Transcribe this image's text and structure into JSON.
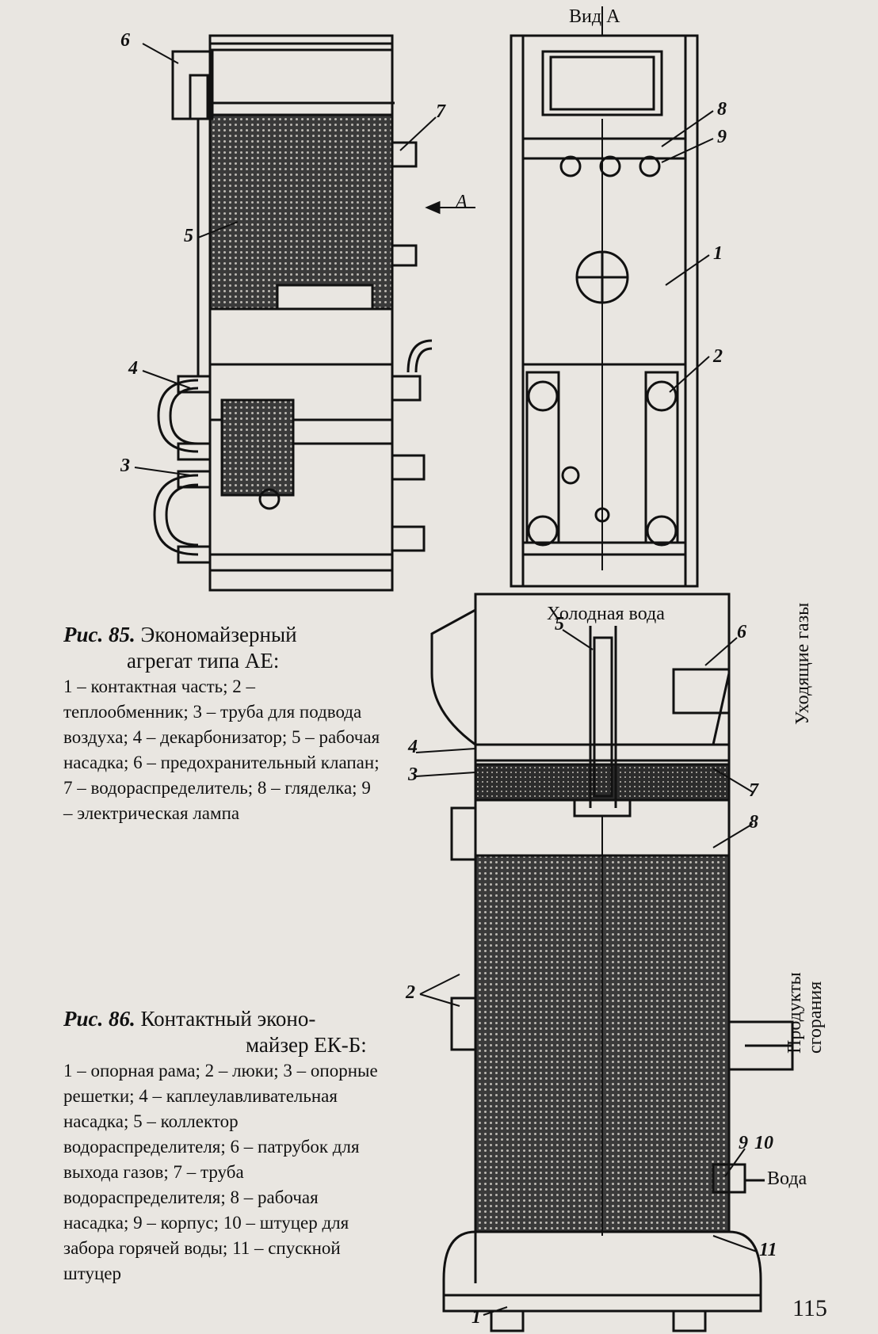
{
  "figure85": {
    "view_label": "Вид А",
    "arrow_label": "А",
    "caption_num": "Рис. 85.",
    "caption_title": "Экономайзерный",
    "caption_title2": "агрегат типа АЕ:",
    "legend": "1 – контактная часть; 2 – теплообменник; 3 – труба для подвода воздуха; 4 – декарбонизатор; 5 – рабочая насадка; 6 – предохранительный клапан; 7 – водораспределитель; 8 – гляделка; 9 – электрическая лампа",
    "numbers": [
      "1",
      "2",
      "3",
      "4",
      "5",
      "6",
      "7",
      "8",
      "9"
    ]
  },
  "figure86": {
    "cold_water": "Холодная вода",
    "exhaust_gases": "Уходящие газы",
    "combustion_products": "Продукты сгорания",
    "water": "Вода",
    "caption_num": "Рис. 86.",
    "caption_title": "Контактный эконо-",
    "caption_title2": "майзер ЕК-Б:",
    "legend": "1 – опорная рама; 2 – люки; 3 – опорные решетки; 4 – каплеулавливательная насадка; 5 – коллектор водораспределителя; 6 – патрубок для выхода газов; 7 – труба водораспределителя; 8 – рабочая насадка; 9 – корпус; 10 – штуцер для забора горячей воды; 11 – спускной штуцер",
    "numbers": [
      "1",
      "2",
      "3",
      "4",
      "5",
      "6",
      "7",
      "8",
      "9",
      "10",
      "11"
    ]
  },
  "page_number": "115"
}
